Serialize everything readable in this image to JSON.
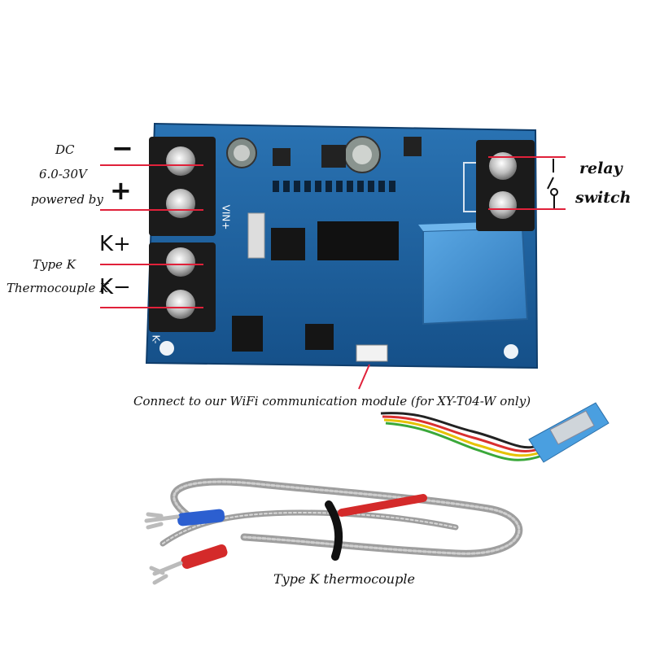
{
  "labels": {
    "dc": "DC",
    "voltage": "6.0-30V",
    "powered_by": "powered by",
    "minus": "−",
    "plus": "+",
    "kplus": "K+",
    "kminus": "K−",
    "type_k": "Type K",
    "thermocouple_k": "Thermocouple K",
    "relay": "relay",
    "switch": "switch",
    "wifi_note": "Connect to our WiFi communication module (for XY-T04-W only)",
    "sensor": "Type K thermocouple",
    "board_vin": "VIN+",
    "board_k": "K-"
  },
  "colors": {
    "board": "#1c5f9c",
    "terminal": "#1a1a1a",
    "relay": "#3f8fd0",
    "lead_line": "#e0213a",
    "cable": "#a8a8a8",
    "red_sleeve": "#d42a2a",
    "blue_sleeve": "#2c5fd0"
  }
}
